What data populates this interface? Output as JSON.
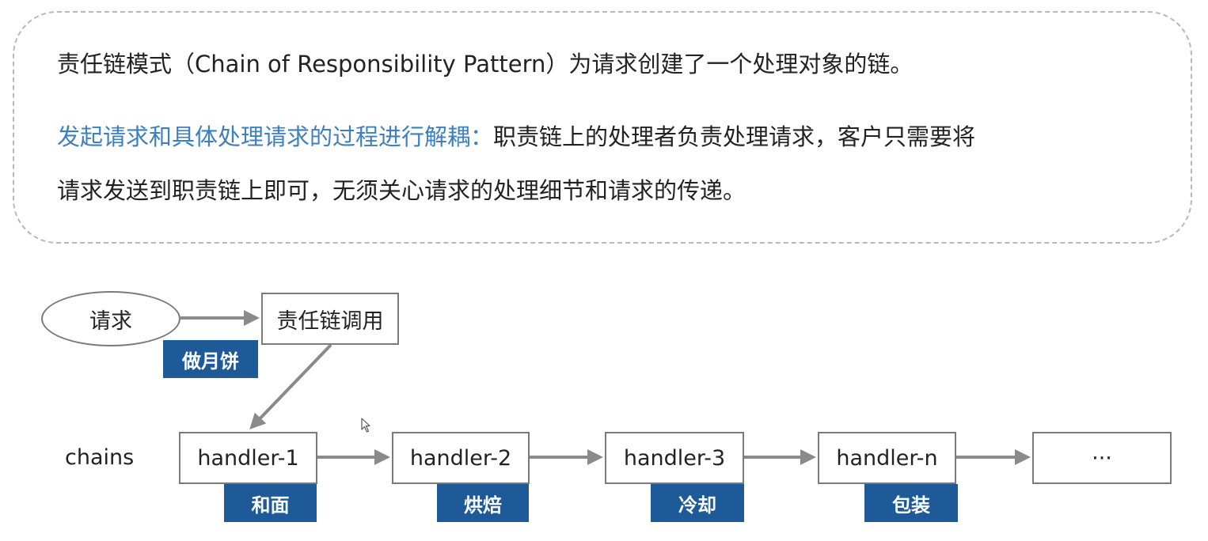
{
  "intro": {
    "line1": "责任链模式（Chain of Responsibility Pattern）为请求创建了一个处理对象的链。",
    "highlight": "发起请求和具体处理请求的过程进行解耦：",
    "line2_rest": "职责链上的处理者负责处理请求，客户只需要将",
    "line3": "请求发送到职责链上即可，无须关心请求的处理细节和请求的传递。"
  },
  "colors": {
    "highlight_text": "#3d7fbf",
    "tag_background": "#1f5a98",
    "arrow": "#8a8a8a",
    "dashed_border": "#b8b8b8"
  },
  "diagram": {
    "request": {
      "label": "请求",
      "tag": "做月饼"
    },
    "invoker": {
      "label": "责任链调用"
    },
    "chains_label": "chains",
    "handlers": [
      {
        "label": "handler-1",
        "tag": "和面"
      },
      {
        "label": "handler-2",
        "tag": "烘焙"
      },
      {
        "label": "handler-3",
        "tag": "冷却"
      },
      {
        "label": "handler-n",
        "tag": "包装"
      },
      {
        "label": "···",
        "tag": ""
      }
    ]
  }
}
